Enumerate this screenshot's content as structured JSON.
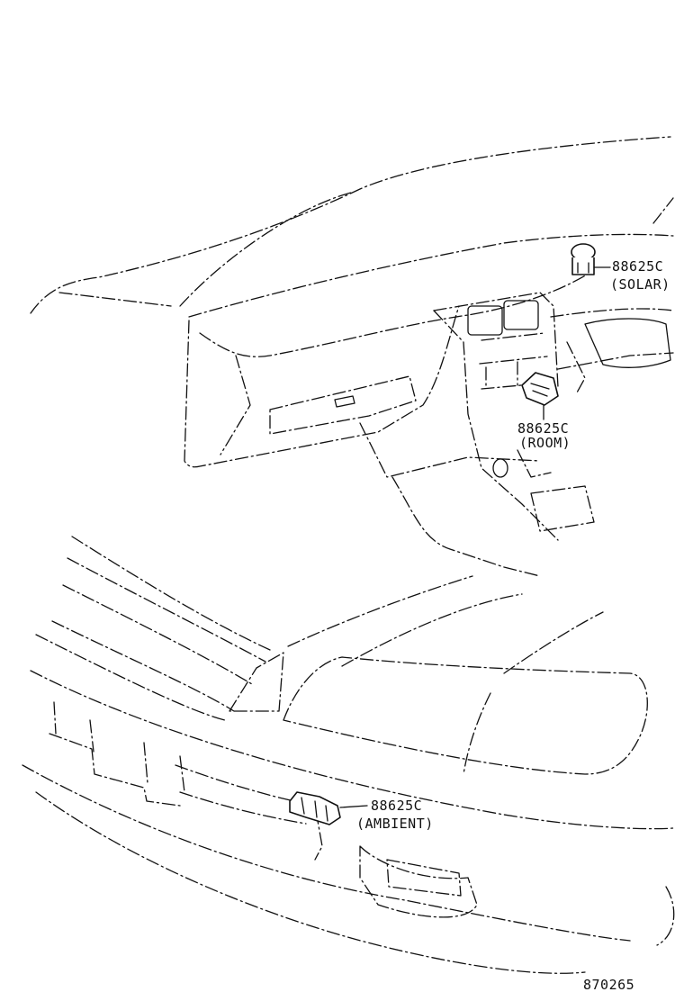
{
  "callouts": [
    {
      "id": "solar",
      "part_number": "88625C",
      "caption": "(SOLAR)"
    },
    {
      "id": "room",
      "part_number": "88625C",
      "caption": "(ROOM)"
    },
    {
      "id": "ambient",
      "part_number": "88625C",
      "caption": "(AMBIENT)"
    }
  ],
  "figure_number": "870265"
}
